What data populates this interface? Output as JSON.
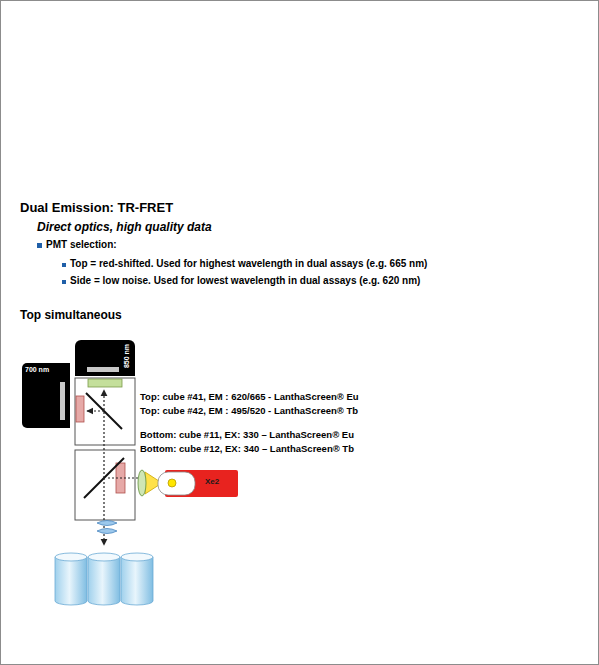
{
  "diagram": {
    "title": "Dual Emission: TR-FRET",
    "nodes": [
      {
        "text": [
          "850 nm"
        ]
      },
      {
        "text": [
          "700 nm"
        ]
      },
      {
        "text": [
          "Xe2"
        ]
      }
    ],
    "labels": [
      "Direct optics, high quality data",
      "PMT selection:",
      "Top = red-shifted. Used for highest wavelength in dual assays (e.g. 665 nm)",
      "Side = low noise. Used for lowest wavelength in dual assays (e.g. 620 nm)",
      "Top simultaneous",
      "Top: cube #41, EM : 620/665 - LanthaScreen® Eu",
      "Top: cube #42, EM : 495/520 - LanthaScreen® Tb",
      "Bottom: cube #11, EX: 330 – LanthaScreen® Eu",
      "Bottom: cube #12, EX: 340 – LanthaScreen® Tb"
    ]
  }
}
